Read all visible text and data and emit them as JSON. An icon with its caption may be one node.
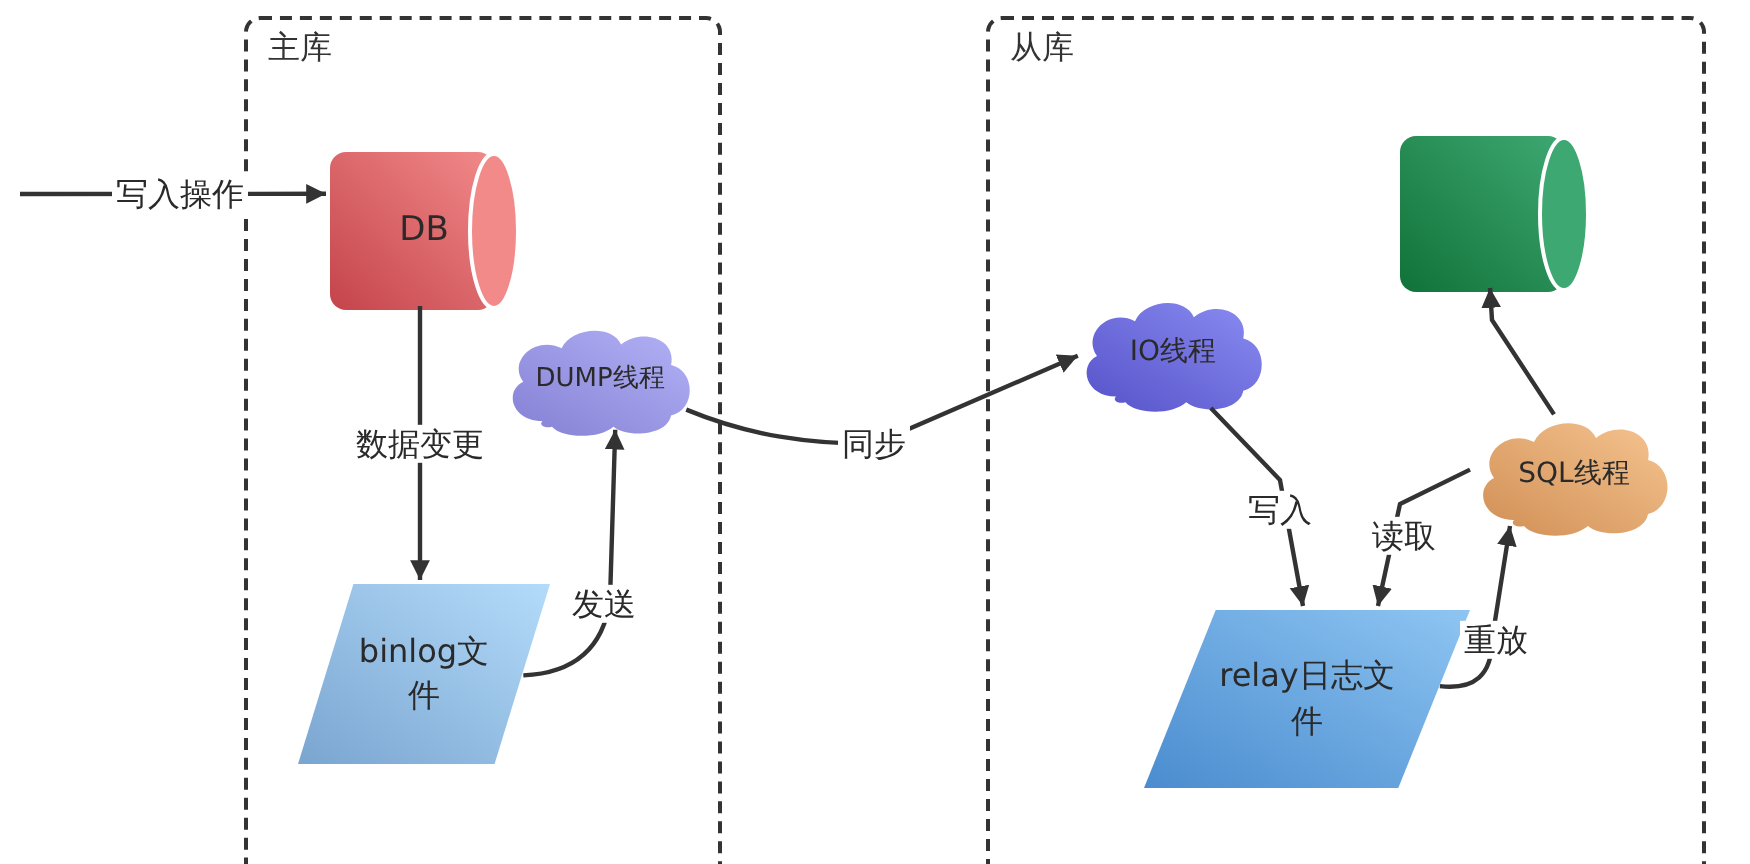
{
  "diagram": {
    "nodes": [
      {
        "text": [
          "主库"
        ]
      },
      {
        "text": [
          "DB"
        ],
        "in": 0
      },
      {
        "text": [
          "DUMP线程"
        ],
        "in": 0
      },
      {
        "text": [
          "binlog文件"
        ],
        "in": 0
      },
      {
        "text": [
          "从库"
        ]
      },
      {
        "text": [
          "IO线程"
        ],
        "in": 4
      },
      {
        "text": [],
        "shape": "cylinder",
        "in": 4
      },
      {
        "text": [
          "SQL线程"
        ],
        "in": 4
      },
      {
        "text": [
          "relay日志文件"
        ],
        "in": 4
      }
    ],
    "edges": [
      {
        "from": null,
        "to": 1,
        "arrow": "to",
        "label": "写入操作"
      },
      {
        "from": 1,
        "to": 3,
        "arrow": "to",
        "label": "数据变更"
      },
      {
        "from": 3,
        "to": 2,
        "arrow": "to",
        "label": "发送"
      },
      {
        "from": 2,
        "to": 5,
        "arrow": "to",
        "label": "同步"
      },
      {
        "from": 5,
        "to": 8,
        "arrow": "to",
        "label": "写入"
      },
      {
        "from": 7,
        "to": 8,
        "arrow": "to",
        "label": "读取"
      },
      {
        "from": 8,
        "to": 7,
        "arrow": "to",
        "label": "重放"
      },
      {
        "from": 7,
        "to": 6,
        "arrow": "to"
      }
    ]
  }
}
